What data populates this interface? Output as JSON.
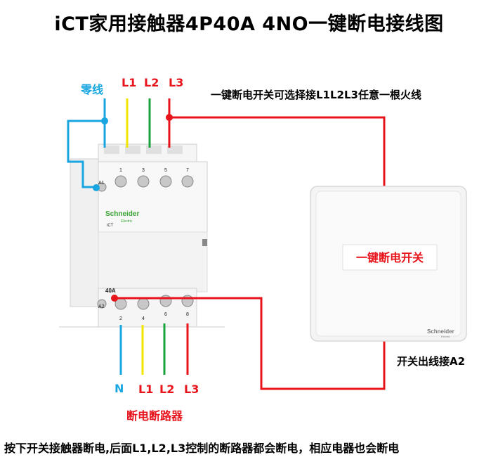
{
  "title": "iCT家用接触器4P40A 4NO一键断电接线图",
  "top_terminals": {
    "neutral": "零线",
    "l1": "L1",
    "l2": "L2",
    "l3": "L3"
  },
  "switch_note": "一键断电开关可选择接L1L2L3任意一根火线",
  "contactor": {
    "brand": "Schneider",
    "brand_sub": "Electric",
    "model": "iCT",
    "rating": "40A",
    "coil_top": "A1",
    "coil_bottom": "A2",
    "top_numbers": [
      "1",
      "3",
      "5",
      "7"
    ],
    "bottom_numbers": [
      "2",
      "4",
      "6",
      "8"
    ]
  },
  "switch_panel": {
    "label": "一键断电开关",
    "brand": "Schneider",
    "brand_sub": "Electric"
  },
  "switch_output_note": "开关出线接A2",
  "bottom_terminals": {
    "n": "N",
    "l1": "L1",
    "l2": "L2",
    "l3": "L3"
  },
  "breaker_label": "断电断路器",
  "footer": "按下开关接触器断电,后面L1,L2,L3控制的断路器都会断电，相应电器也会断电",
  "colors": {
    "neutral": "#19a6e0",
    "l1": "#f2e600",
    "l2": "#1aa33c",
    "l3": "#e8141b",
    "accent_text": "#e8141b"
  }
}
